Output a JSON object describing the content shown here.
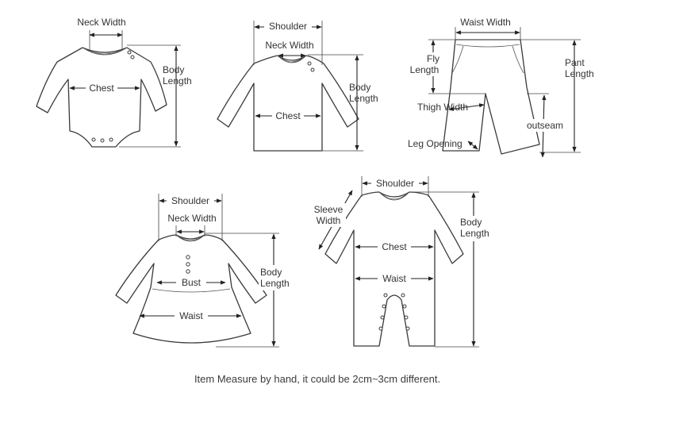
{
  "bodysuit": {
    "neck_width": "Neck Width",
    "chest": "Chest",
    "body_length_1": "Body",
    "body_length_2": "Length"
  },
  "tshirt": {
    "shoulder": "Shoulder",
    "neck_width": "Neck Width",
    "chest": "Chest",
    "body_length_1": "Body",
    "body_length_2": "Length"
  },
  "pants": {
    "waist_width": "Waist Width",
    "fly_length_1": "Fly",
    "fly_length_2": "Length",
    "pant_length_1": "Pant",
    "pant_length_2": "Length",
    "thigh_width": "Thigh Width",
    "outseam": "outseam",
    "leg_opening": "Leg Opening"
  },
  "dress": {
    "shoulder": "Shoulder",
    "neck_width": "Neck Width",
    "bust": "Bust",
    "waist": "Waist",
    "body_length_1": "Body",
    "body_length_2": "Length"
  },
  "romper": {
    "shoulder": "Shoulder",
    "sleeve_width_1": "Sleeve",
    "sleeve_width_2": "Width",
    "chest": "Chest",
    "waist": "Waist",
    "body_length_1": "Body",
    "body_length_2": "Length"
  },
  "footer": {
    "note": "Item Measure by hand, it could be 2cm~3cm different."
  }
}
